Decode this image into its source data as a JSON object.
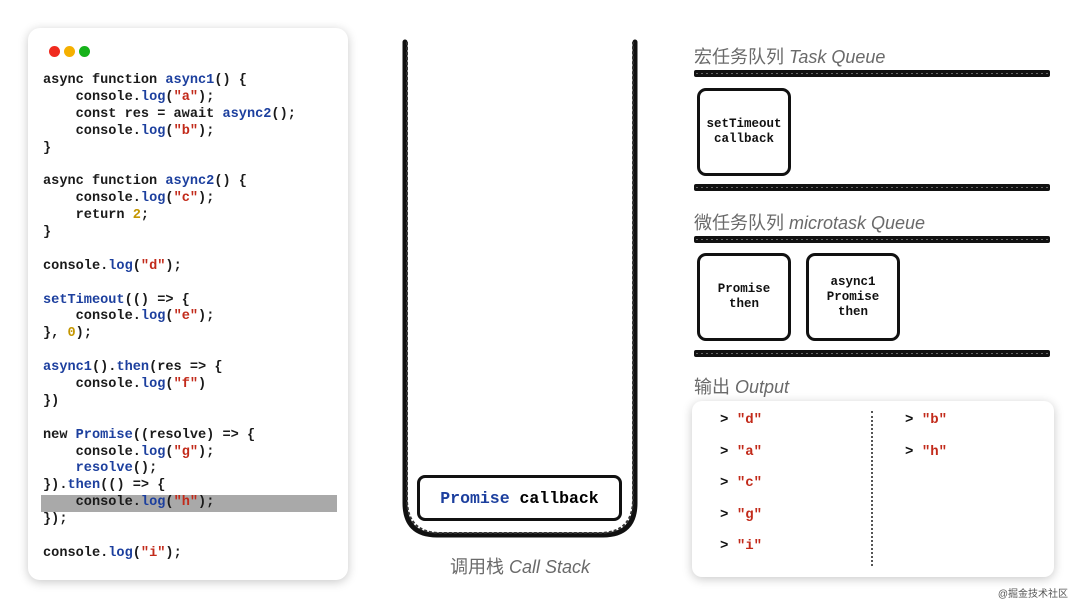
{
  "window_dots": [
    {
      "name": "close-dot",
      "color": "#f02a1e"
    },
    {
      "name": "minimize-dot",
      "color": "#f5b000"
    },
    {
      "name": "maximize-dot",
      "color": "#16b21a"
    }
  ],
  "colors": {
    "keyword_fn": "#1c3f9e",
    "string": "#c22a1a",
    "number": "#c49600",
    "highlight": "#a9a9a9"
  },
  "code_lines": [
    {
      "highlight": false,
      "tokens": [
        [
          "async function ",
          "plain"
        ],
        [
          "async1",
          "fn"
        ],
        [
          "() {",
          "plain"
        ]
      ]
    },
    {
      "highlight": false,
      "tokens": [
        [
          "    console.",
          "plain"
        ],
        [
          "log",
          "fn"
        ],
        [
          "(",
          "plain"
        ],
        [
          "\"a\"",
          "str"
        ],
        [
          ");",
          "plain"
        ]
      ]
    },
    {
      "highlight": false,
      "tokens": [
        [
          "    const res = await ",
          "plain"
        ],
        [
          "async2",
          "fn"
        ],
        [
          "();",
          "plain"
        ]
      ]
    },
    {
      "highlight": false,
      "tokens": [
        [
          "    console.",
          "plain"
        ],
        [
          "log",
          "fn"
        ],
        [
          "(",
          "plain"
        ],
        [
          "\"b\"",
          "str"
        ],
        [
          ");",
          "plain"
        ]
      ]
    },
    {
      "highlight": false,
      "tokens": [
        [
          "}",
          "plain"
        ]
      ]
    },
    {
      "highlight": false,
      "tokens": []
    },
    {
      "highlight": false,
      "tokens": [
        [
          "async function ",
          "plain"
        ],
        [
          "async2",
          "fn"
        ],
        [
          "() {",
          "plain"
        ]
      ]
    },
    {
      "highlight": false,
      "tokens": [
        [
          "    console.",
          "plain"
        ],
        [
          "log",
          "fn"
        ],
        [
          "(",
          "plain"
        ],
        [
          "\"c\"",
          "str"
        ],
        [
          ");",
          "plain"
        ]
      ]
    },
    {
      "highlight": false,
      "tokens": [
        [
          "    return ",
          "plain"
        ],
        [
          "2",
          "num"
        ],
        [
          ";",
          "plain"
        ]
      ]
    },
    {
      "highlight": false,
      "tokens": [
        [
          "}",
          "plain"
        ]
      ]
    },
    {
      "highlight": false,
      "tokens": []
    },
    {
      "highlight": false,
      "tokens": [
        [
          "console.",
          "plain"
        ],
        [
          "log",
          "fn"
        ],
        [
          "(",
          "plain"
        ],
        [
          "\"d\"",
          "str"
        ],
        [
          ");",
          "plain"
        ]
      ]
    },
    {
      "highlight": false,
      "tokens": []
    },
    {
      "highlight": false,
      "tokens": [
        [
          "setTimeout",
          "fn"
        ],
        [
          "(() => {",
          "plain"
        ]
      ]
    },
    {
      "highlight": false,
      "tokens": [
        [
          "    console.",
          "plain"
        ],
        [
          "log",
          "fn"
        ],
        [
          "(",
          "plain"
        ],
        [
          "\"e\"",
          "str"
        ],
        [
          ");",
          "plain"
        ]
      ]
    },
    {
      "highlight": false,
      "tokens": [
        [
          "}, ",
          "plain"
        ],
        [
          "0",
          "num"
        ],
        [
          ");",
          "plain"
        ]
      ]
    },
    {
      "highlight": false,
      "tokens": []
    },
    {
      "highlight": false,
      "tokens": [
        [
          "async1",
          "fn"
        ],
        [
          "().",
          "plain"
        ],
        [
          "then",
          "fn"
        ],
        [
          "(res => {",
          "plain"
        ]
      ]
    },
    {
      "highlight": false,
      "tokens": [
        [
          "    console.",
          "plain"
        ],
        [
          "log",
          "fn"
        ],
        [
          "(",
          "plain"
        ],
        [
          "\"f\"",
          "str"
        ],
        [
          ")",
          "plain"
        ]
      ]
    },
    {
      "highlight": false,
      "tokens": [
        [
          "})",
          "plain"
        ]
      ]
    },
    {
      "highlight": false,
      "tokens": []
    },
    {
      "highlight": false,
      "tokens": [
        [
          "new ",
          "plain"
        ],
        [
          "Promise",
          "fn"
        ],
        [
          "((resolve) => {",
          "plain"
        ]
      ]
    },
    {
      "highlight": false,
      "tokens": [
        [
          "    console.",
          "plain"
        ],
        [
          "log",
          "fn"
        ],
        [
          "(",
          "plain"
        ],
        [
          "\"g\"",
          "str"
        ],
        [
          ");",
          "plain"
        ]
      ]
    },
    {
      "highlight": false,
      "tokens": [
        [
          "    ",
          "plain"
        ],
        [
          "resolve",
          "fn"
        ],
        [
          "();",
          "plain"
        ]
      ]
    },
    {
      "highlight": false,
      "tokens": [
        [
          "}).",
          "plain"
        ],
        [
          "then",
          "fn"
        ],
        [
          "(() => {",
          "plain"
        ]
      ]
    },
    {
      "highlight": true,
      "tokens": [
        [
          "    console.",
          "plain"
        ],
        [
          "log",
          "fn"
        ],
        [
          "(",
          "plain"
        ],
        [
          "\"h\"",
          "str"
        ],
        [
          ");",
          "plain"
        ]
      ]
    },
    {
      "highlight": false,
      "tokens": [
        [
          "});",
          "plain"
        ]
      ]
    },
    {
      "highlight": false,
      "tokens": []
    },
    {
      "highlight": false,
      "tokens": [
        [
          "console.",
          "plain"
        ],
        [
          "log",
          "fn"
        ],
        [
          "(",
          "plain"
        ],
        [
          "\"i\"",
          "str"
        ],
        [
          ");",
          "plain"
        ]
      ]
    }
  ],
  "call_stack": {
    "title_cn": "调用栈 ",
    "title_en": "Call Stack",
    "item_fn": "Promise",
    "item_rest": " callback"
  },
  "task_queue": {
    "title_cn": "宏任务队列 ",
    "title_en": "Task Queue",
    "items": [
      "setTimeout\ncallback"
    ]
  },
  "microtask_queue": {
    "title_cn": "微任务队列 ",
    "title_en": "microtask Queue",
    "items": [
      "Promise\nthen",
      "async1\nPromise\nthen"
    ]
  },
  "output": {
    "title_cn": "输出 ",
    "title_en": "Output",
    "prompt": "> ",
    "left_column": [
      "\"d\"",
      "\"a\"",
      "\"c\"",
      "\"g\"",
      "\"i\""
    ],
    "right_column": [
      "\"b\"",
      "\"h\""
    ]
  },
  "watermark": "@掘金技术社区"
}
